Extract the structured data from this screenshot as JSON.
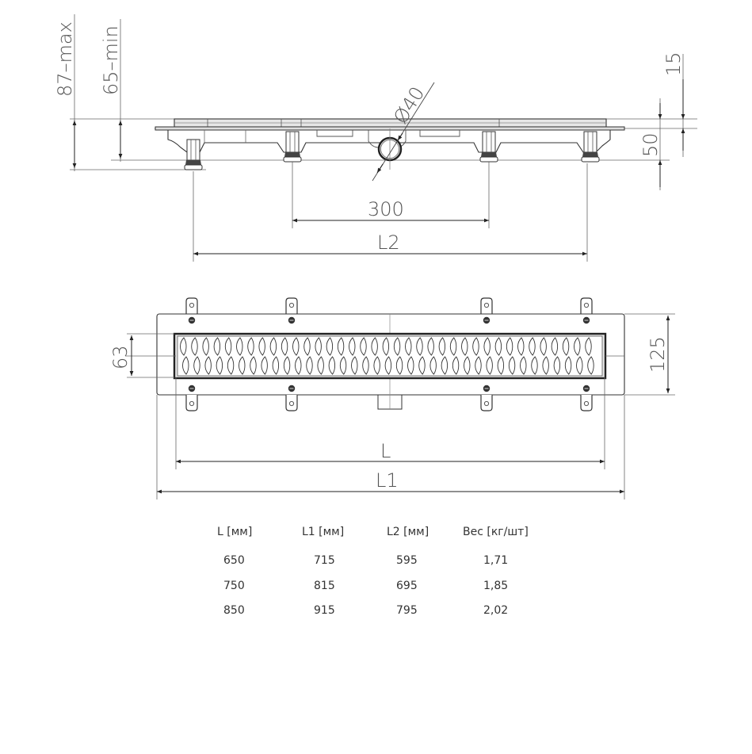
{
  "side_view": {
    "dimensions": {
      "height_max": "87–max",
      "height_min": "65–min",
      "outlet_diameter": "Ø40",
      "leg_spacing": "300",
      "length_l2": "L2",
      "grate_height": "15",
      "body_height": "50"
    }
  },
  "top_view": {
    "dimensions": {
      "grate_width": "63",
      "body_width": "125",
      "length_l": "L",
      "length_l1": "L1"
    }
  },
  "spec_table": {
    "headers": [
      "L [мм]",
      "L1 [мм]",
      "L2 [мм]",
      "Вес [кг/шт]"
    ],
    "rows": [
      [
        "650",
        "715",
        "595",
        "1,71"
      ],
      [
        "750",
        "815",
        "695",
        "1,85"
      ],
      [
        "850",
        "915",
        "795",
        "2,02"
      ]
    ]
  },
  "colors": {
    "line": "#333333",
    "dim_line": "#555555",
    "grate_fill": "#e6e6e6"
  }
}
